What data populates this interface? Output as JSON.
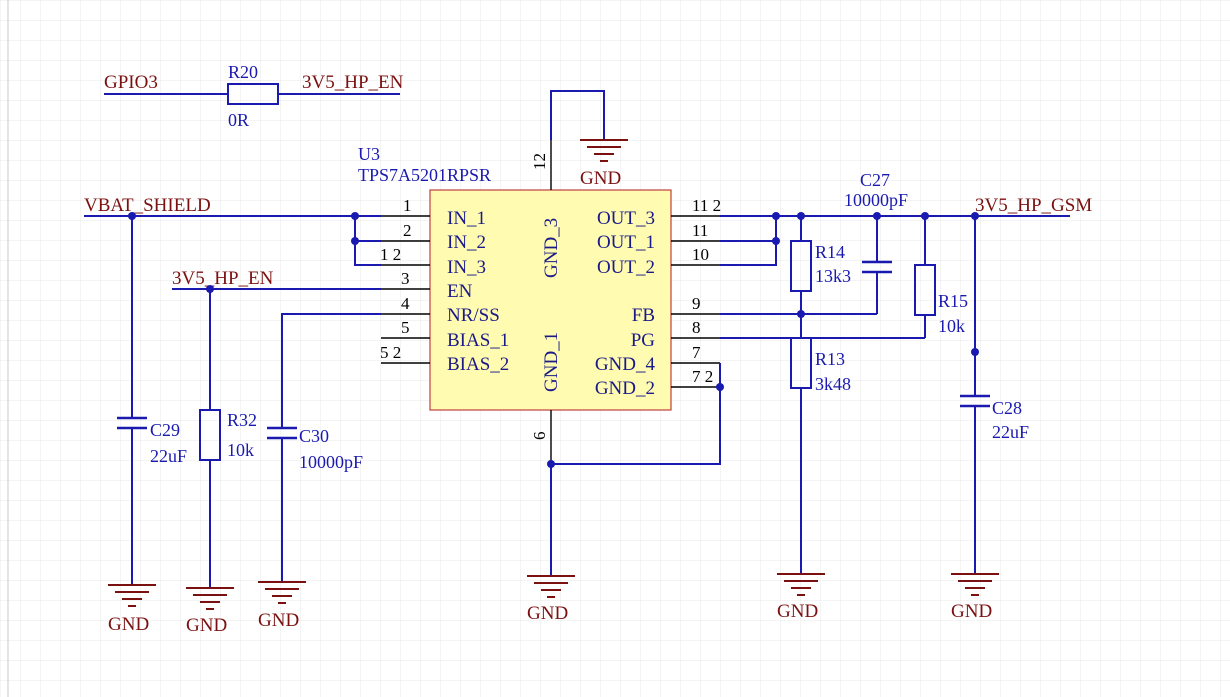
{
  "colors": {
    "wire": "#1a1ab0",
    "net_label": "#7a1010",
    "ic_fill": "#fffbb0",
    "ic_border": "#c04040",
    "grid": "#e8e8e8"
  },
  "nets": {
    "gpio3": "GPIO3",
    "en_top": "3V5_HP_EN",
    "en_left": "3V5_HP_EN",
    "vbat": "VBAT_SHIELD",
    "out": "3V5_HP_GSM"
  },
  "gnd_label": "GND",
  "components": {
    "u3": {
      "ref": "U3",
      "value": "TPS7A5201RPSR"
    },
    "r20": {
      "ref": "R20",
      "value": "0R"
    },
    "r14": {
      "ref": "R14",
      "value": "13k3"
    },
    "r13": {
      "ref": "R13",
      "value": "3k48"
    },
    "r15": {
      "ref": "R15",
      "value": "10k"
    },
    "r32": {
      "ref": "R32",
      "value": "10k"
    },
    "c27": {
      "ref": "C27",
      "value": "10000pF"
    },
    "c28": {
      "ref": "C28",
      "value": "22uF"
    },
    "c29": {
      "ref": "C29",
      "value": "22uF"
    },
    "c30": {
      "ref": "C30",
      "value": "10000pF"
    }
  },
  "ic_pins": {
    "left": [
      {
        "num": "1",
        "name": "IN_1"
      },
      {
        "num": "2",
        "name": "IN_2"
      },
      {
        "num": "1 2",
        "name": "IN_3"
      },
      {
        "num": "3",
        "name": "EN"
      },
      {
        "num": "4",
        "name": "NR/SS"
      },
      {
        "num": "5",
        "name": "BIAS_1"
      },
      {
        "num": "5 2",
        "name": "BIAS_2"
      }
    ],
    "right": [
      {
        "num": "11 2",
        "name": "OUT_3"
      },
      {
        "num": "11",
        "name": "OUT_1"
      },
      {
        "num": "10",
        "name": "OUT_2"
      },
      {
        "num": "9",
        "name": "FB"
      },
      {
        "num": "8",
        "name": "PG"
      },
      {
        "num": "7",
        "name": "GND_4"
      },
      {
        "num": "7 2",
        "name": "GND_2"
      }
    ],
    "top": {
      "num": "12",
      "name": "GND_3"
    },
    "bottom": {
      "num": "6",
      "name": "GND_1"
    }
  }
}
